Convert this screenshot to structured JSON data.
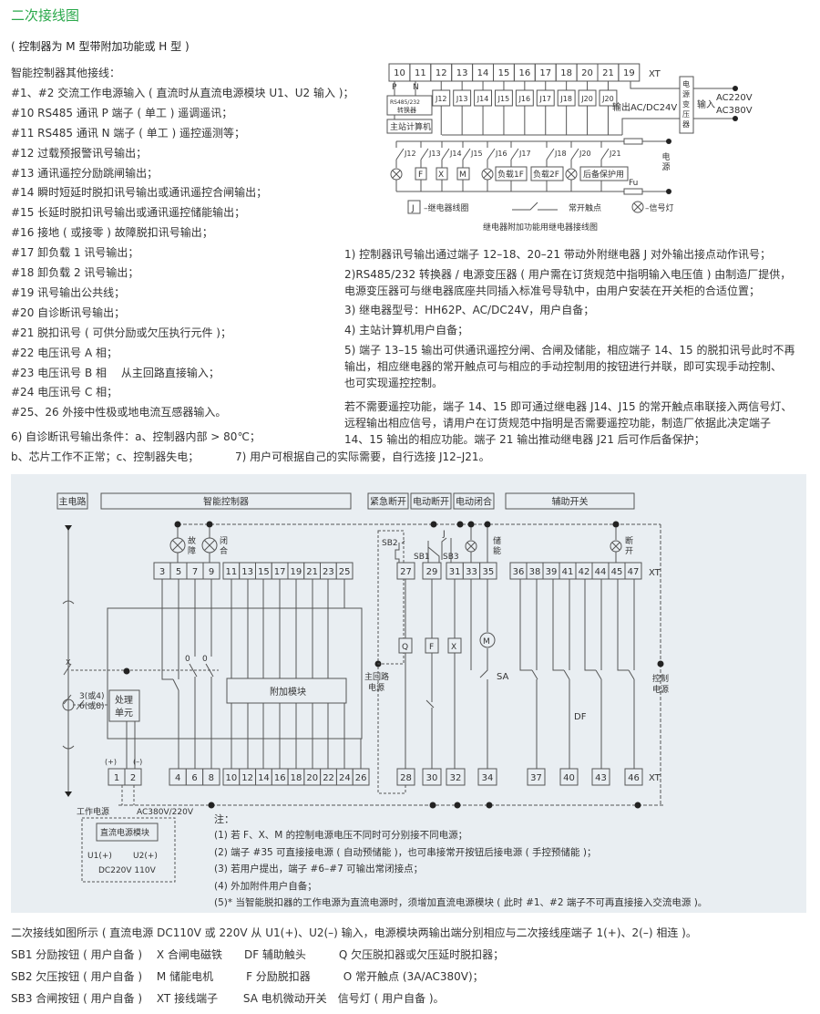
{
  "title": "二次接线图",
  "subtitle": "( 控制器为 M 型带附加功能或 H 型 )",
  "left_list": [
    "智能控制器其他接线：",
    "#1、#2 交流工作电源输入 ( 直流时从直流电源模块 U1、U2 输入 )；",
    "#10 RS485 通讯 P 端子 ( 单工 ) 遥调遥讯；",
    "#11 RS485 通讯 N 端子 ( 单工 ) 遥控遥测等；",
    "#12 过载预报警讯号输出；",
    "#13 通讯遥控分励跳闸输出；",
    "#14 瞬时短延时脱扣讯号输出或通讯遥控合闸输出；",
    "#15 长延时脱扣讯号输出或通讯遥控储能输出；",
    "#16 接地 ( 或接零 ) 故障脱扣讯号输出；",
    "#17 卸负载 1 讯号输出；",
    "#18 卸负载 2 讯号输出；",
    "#19 讯号输出公共线；",
    "#20 自诊断讯号输出；",
    "#21 脱扣讯号 ( 可供分励或欠压执行元件 )；",
    "#22 电压讯号 A 相；",
    "#23 电压讯号 B 相　 从主回路直接输入；",
    "#24 电压讯号 C 相；",
    "#25、26 外接中性极或地电流互感器输入。"
  ],
  "note6": "6) 自诊断讯号输出条件：a、控制器内部 > 80℃；",
  "note6b": "b、芯片工作不正常；c、控制器失电；",
  "note7": "7) 用户可根据自己的实际需要，自行选接 J12–J21。",
  "right_notes": [
    "1) 控制器讯号输出通过端子 12–18、20–21 带动外附继电器 J 对外输出接点动作讯号；",
    "2)RS485/232 转换器 / 电源变压器 ( 用户需在订货规范中指明输入电压值 ) 由制造厂提供，",
    "电源变压器可与继电器底座共同插入标准号导轨中，由用户安装在开关柜的合适位置；",
    "3) 继电器型号：HH62P、AC/DC24V，用户自备；",
    "4) 主站计算机用户自备；",
    "5) 端子 13–15 输出可供通讯遥控分闸、合闸及储能，相应端子 14、15 的脱扣讯号此时不再",
    "输出，相应继电器的常开触点可与相应的手动控制用的按钮进行并联，即可实现手动控制、",
    "也可实现遥控控制。",
    "若不需要遥控功能，端子 14、15 即可通过继电器 J14、J15 的常开触点串联接入两信号灯、",
    "远程输出相应信号，请用户在订货规范中指明是否需要遥控功能，制造厂依据此决定端子",
    "14、15 输出的相应功能。端子 21 输出推动继电器 J21 后可作后备保护；"
  ],
  "relay_diagram": {
    "terminals": [
      "10",
      "11",
      "12",
      "13",
      "14",
      "15",
      "16",
      "17",
      "18",
      "20",
      "21",
      "19"
    ],
    "xt": "XT",
    "p": "P",
    "n": "N",
    "rs485_line1": "RS485/232",
    "rs485_line2": "转换器",
    "host": "主站计算机",
    "relays": [
      "J12",
      "J13",
      "J14",
      "J15",
      "J16",
      "J17",
      "J18",
      "J20",
      "J20"
    ],
    "output": "输出AC/DC24V",
    "transformer": "电源变压器",
    "input": "输入",
    "ac1": "AC220V",
    "ac2": "AC380V",
    "contacts": [
      "J12",
      "J13",
      "J14",
      "J15",
      "J16",
      "J17",
      "J18",
      "J20",
      "J21"
    ],
    "load_f": "F",
    "load_x": "X",
    "load_m": "M",
    "load1": "负载1F",
    "load2": "负载2F",
    "backup": "后备保护用",
    "power": "电源",
    "fu": "Fu",
    "legend_coil_symbol": "J",
    "legend_coil": "–继电器线圈",
    "legend_contact": "常开触点",
    "legend_lamp": "–信号灯",
    "caption": "继电器附加功能用继电器接线图"
  },
  "main_diagram": {
    "headers": [
      "主电路",
      "智能控制器",
      "紧急断开",
      "电动断开",
      "电动闭合",
      "辅助开关"
    ],
    "lamp_fault": [
      "故",
      "障"
    ],
    "lamp_close": [
      "闭",
      "合"
    ],
    "lamp_store": [
      "储",
      "能"
    ],
    "lamp_open": [
      "断",
      "开"
    ],
    "top_terminals": [
      [
        "3",
        "5",
        "7",
        "9"
      ],
      [
        "11",
        "13",
        "15",
        "17",
        "19",
        "21",
        "23",
        "25"
      ],
      [
        "27"
      ],
      [
        "29"
      ],
      [
        "31",
        "33",
        "35"
      ],
      [
        "36",
        "38",
        "39",
        "41",
        "42",
        "44",
        "45",
        "47"
      ]
    ],
    "bottom_terminals": [
      [
        "1",
        "2"
      ],
      [
        "4",
        "6",
        "8"
      ],
      [
        "10",
        "12",
        "14",
        "16",
        "18",
        "20",
        "22",
        "24",
        "26"
      ],
      [
        "28"
      ],
      [
        "30"
      ],
      [
        "32"
      ],
      [
        "34"
      ],
      [
        "37"
      ],
      [
        "40"
      ],
      [
        "43"
      ],
      [
        "46"
      ]
    ],
    "xt": "XT",
    "sb1": "SB1",
    "sb2": "SB2",
    "sb3": "SB3",
    "j": "J",
    "zero": "0",
    "q": "Q",
    "f": "F",
    "x": "X",
    "m": "M",
    "sa": "SA",
    "df": "DF",
    "x_main": "X",
    "aux_contact1": "3(或4)",
    "aux_contact2": "6(或8)",
    "processing": [
      "处理",
      "单元"
    ],
    "addon_module": "附加模块",
    "main_power": [
      "主回路",
      "电源"
    ],
    "ctrl_power": [
      "控制",
      "电源"
    ],
    "plus": "(+)",
    "minus": "(–)",
    "work_power": "工作电源",
    "ac_power": "AC380V/220V",
    "dc_module": "直流电源模块",
    "u1": "U1(+)",
    "u2": "U2(+)",
    "dc_values": "DC220V  110V",
    "notes_title": "注：",
    "notes": [
      "(1) 若 F、X、M 的控制电源电压不同时可分别接不同电源；",
      "(2) 端子 #35 可直接接电源 ( 自动预储能 )，也可串接常开按钮后接电源 ( 手控预储能 )；",
      "(3) 若用户提出，端子 #6–#7 可输出常闭接点；",
      "(4) 外加附件用户自备；",
      "(5)* 当智能脱扣器的工作电源为直流电源时，须增加直流电源模块 ( 此时 #1、#2 端子不可再直接接入交流电源 )。"
    ]
  },
  "bottom_text": [
    "二次接线如图所示 ( 直流电源 DC110V 或 220V 从 U1(+)、U2(–) 输入，电源模块两输出端分别相应与二次接线座端子 1(+)、2(–) 相连 )。",
    "SB1 分励按钮 ( 用户自备 )　 X 合闸电磁铁　　DF 辅助触头　　　Q 欠压脱扣器或欠压延时脱扣器；",
    "SB2 欠压按钮 ( 用户自备 )　 M 储能电机　　　F 分励脱扣器　　　O 常开触点 (3A/AC380V)；",
    "SB3 合闸按钮 ( 用户自备 )　 XT 接线端子　　 SA 电机微动开关　信号灯 ( 用户自备 )。"
  ],
  "colors": {
    "title": "#2aa84a",
    "panel": "#e9eef2",
    "line": "#555555"
  }
}
